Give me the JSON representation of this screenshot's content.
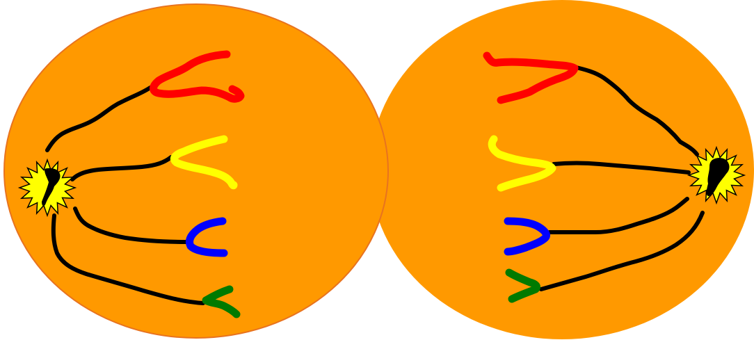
{
  "colors": {
    "background": "#ffffff",
    "cell_fill": "#ff9900",
    "cell_edge": "#e8731f",
    "spindle_fiber": "#000000",
    "centrosome_star": "#ffff00",
    "centrosome_outline": "#000000",
    "centriole": "#000000"
  },
  "cells": [
    {
      "name": "left-daughter-cell",
      "chromosomes": [
        {
          "name": "red",
          "color": "#ff0000"
        },
        {
          "name": "yellow",
          "color": "#ffff00"
        },
        {
          "name": "blue",
          "color": "#0000ff"
        },
        {
          "name": "green",
          "color": "#007a00"
        }
      ]
    },
    {
      "name": "right-daughter-cell",
      "chromosomes": [
        {
          "name": "red",
          "color": "#ff0000"
        },
        {
          "name": "yellow",
          "color": "#ffff00"
        },
        {
          "name": "blue",
          "color": "#0000ff"
        },
        {
          "name": "green",
          "color": "#007a00"
        }
      ]
    }
  ]
}
